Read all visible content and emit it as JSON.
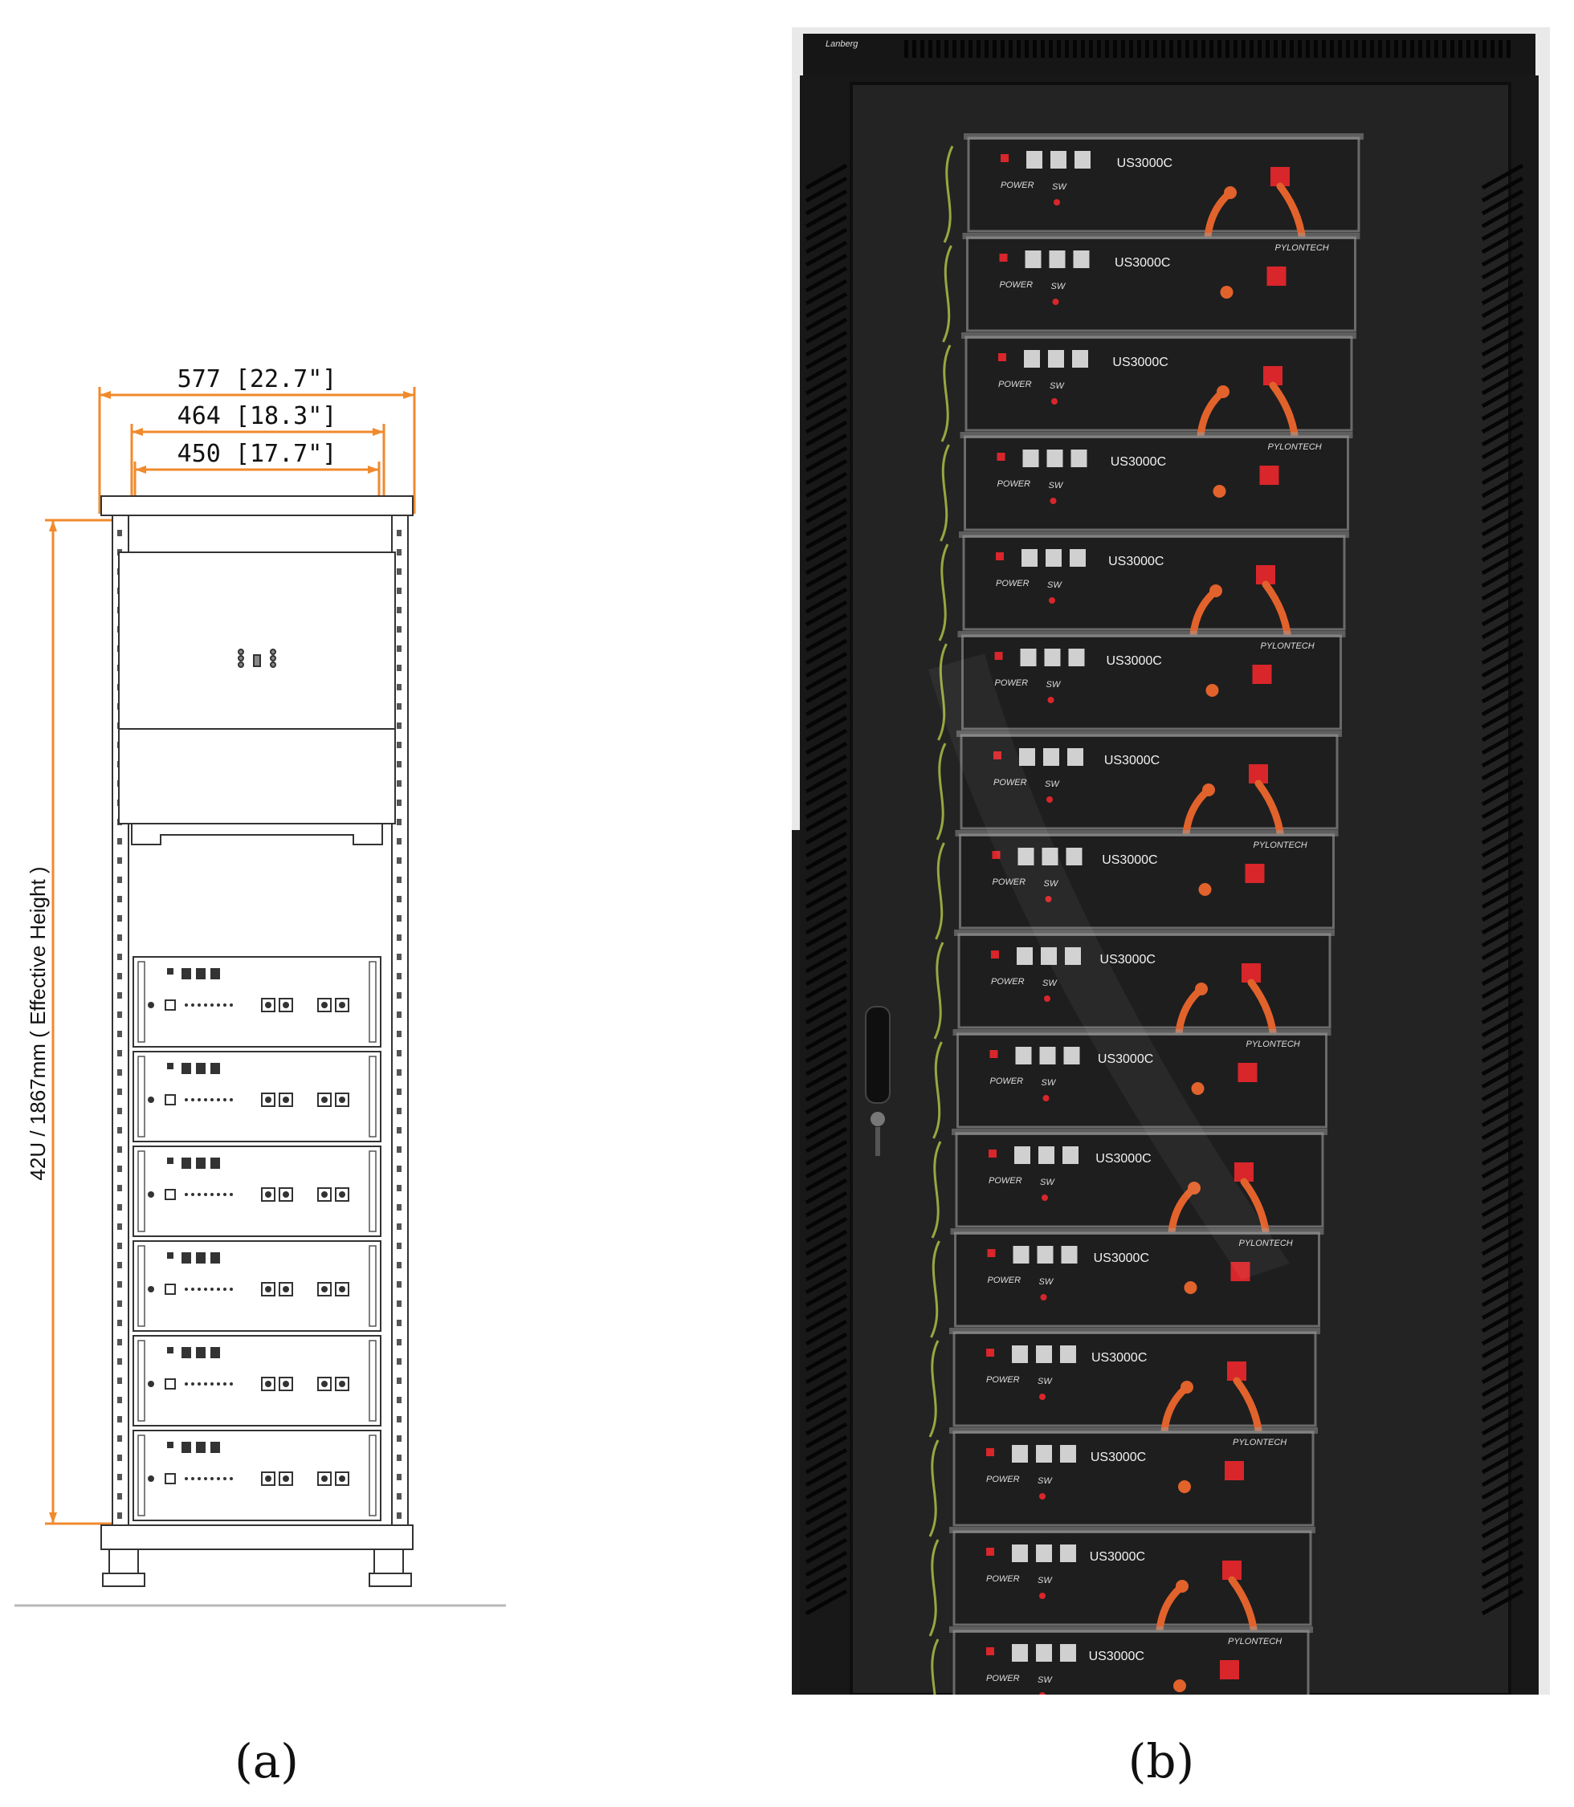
{
  "panel_a": {
    "caption": "(a)",
    "dimensions": {
      "overall_width": "577 [22.7\"]",
      "rail_width": "464 [18.3\"]",
      "inner_width": "450 [17.7\"]",
      "height": "42U / 1867mm ( Effective Height )"
    },
    "battery_modules": 6,
    "colors": {
      "dimension_line": "#f08a2c",
      "drawing_line": "#333333",
      "ground_line": "#b8b8b8"
    }
  },
  "panel_b": {
    "caption": "(b)",
    "cabinet_brand": "Lanberg",
    "module_model": "US3000C",
    "module_brand": "PYLONTECH",
    "front_label": "POWER",
    "switch_label": "SW",
    "colors": {
      "cabinet": "#1a1a1a",
      "cable_orange": "#e2622c",
      "terminal_red": "#d8262b",
      "wall": "#e9e9e9"
    }
  }
}
